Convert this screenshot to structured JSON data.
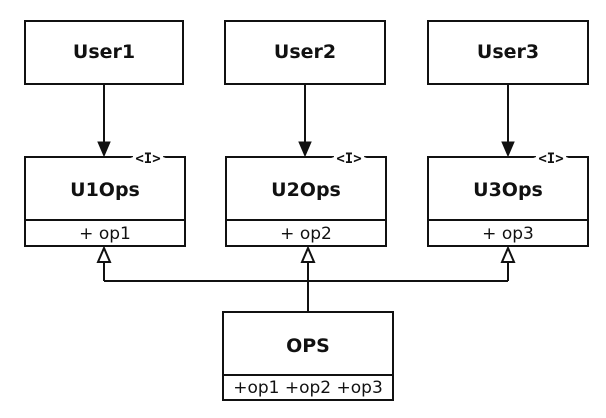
{
  "users": [
    {
      "name": "User1"
    },
    {
      "name": "User2"
    },
    {
      "name": "User3"
    }
  ],
  "interfaces": [
    {
      "name": "U1Ops",
      "stereotype": "<I>",
      "method": "+ op1"
    },
    {
      "name": "U2Ops",
      "stereotype": "<I>",
      "method": "+ op2"
    },
    {
      "name": "U3Ops",
      "stereotype": "<I>",
      "method": "+ op3"
    }
  ],
  "implementation": {
    "name": "OPS",
    "methods": "+op1 +op2 +op3"
  },
  "colors": {
    "line": "#111111",
    "background": "#ffffff"
  }
}
